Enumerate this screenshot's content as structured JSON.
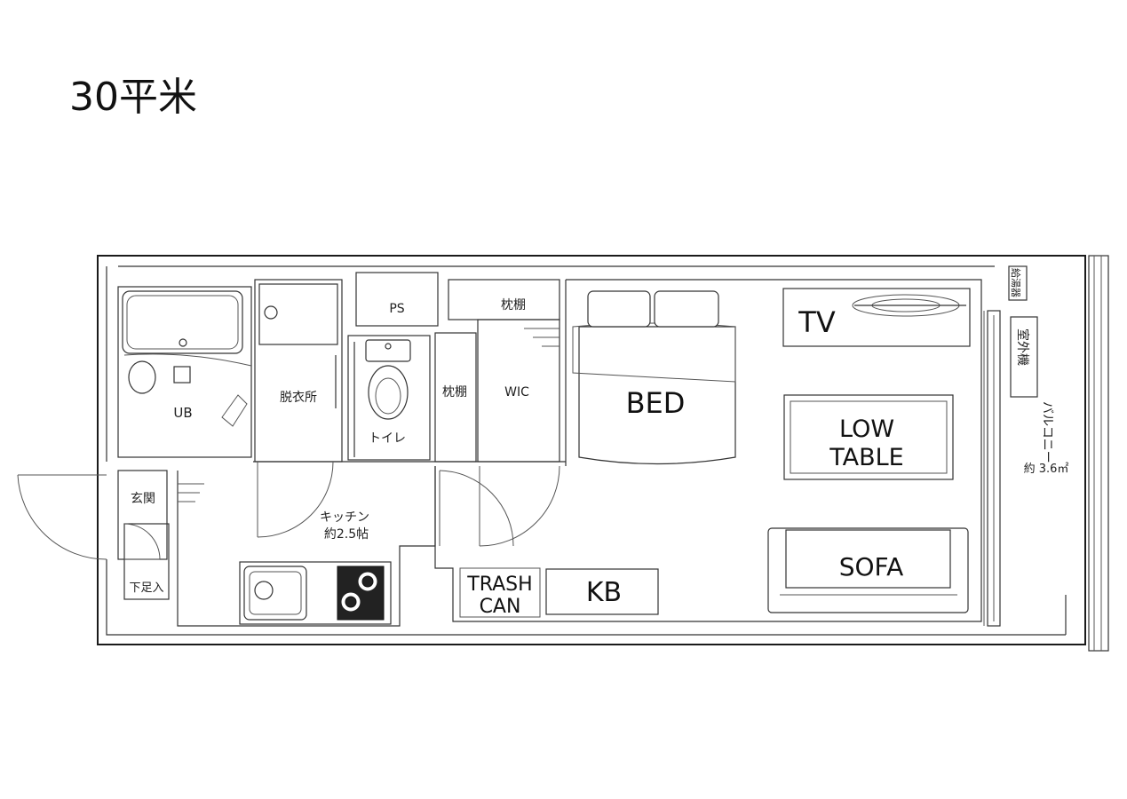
{
  "title": "30平米",
  "rooms": {
    "ub": "UB",
    "datsuijo": "脱衣所",
    "ps": "PS",
    "toilet": "トイレ",
    "makuradana_top": "枕棚",
    "makuradana_side": "枕棚",
    "wic": "WIC",
    "genkan": "玄関",
    "getabako": "下足入",
    "kitchen": "キッチン",
    "kitchen_area": "約2.5帖",
    "kyuto": "給湯器",
    "shitsugaiki": "室外機",
    "balcony": "バルコニー",
    "balcony_area": "約 3.6㎡"
  },
  "furniture": {
    "tv": "TV",
    "bed": "BED",
    "low_table_line1": "LOW",
    "low_table_line2": "TABLE",
    "sofa": "SOFA",
    "trash_line1": "TRASH",
    "trash_line2": "CAN",
    "kb": "KB"
  }
}
